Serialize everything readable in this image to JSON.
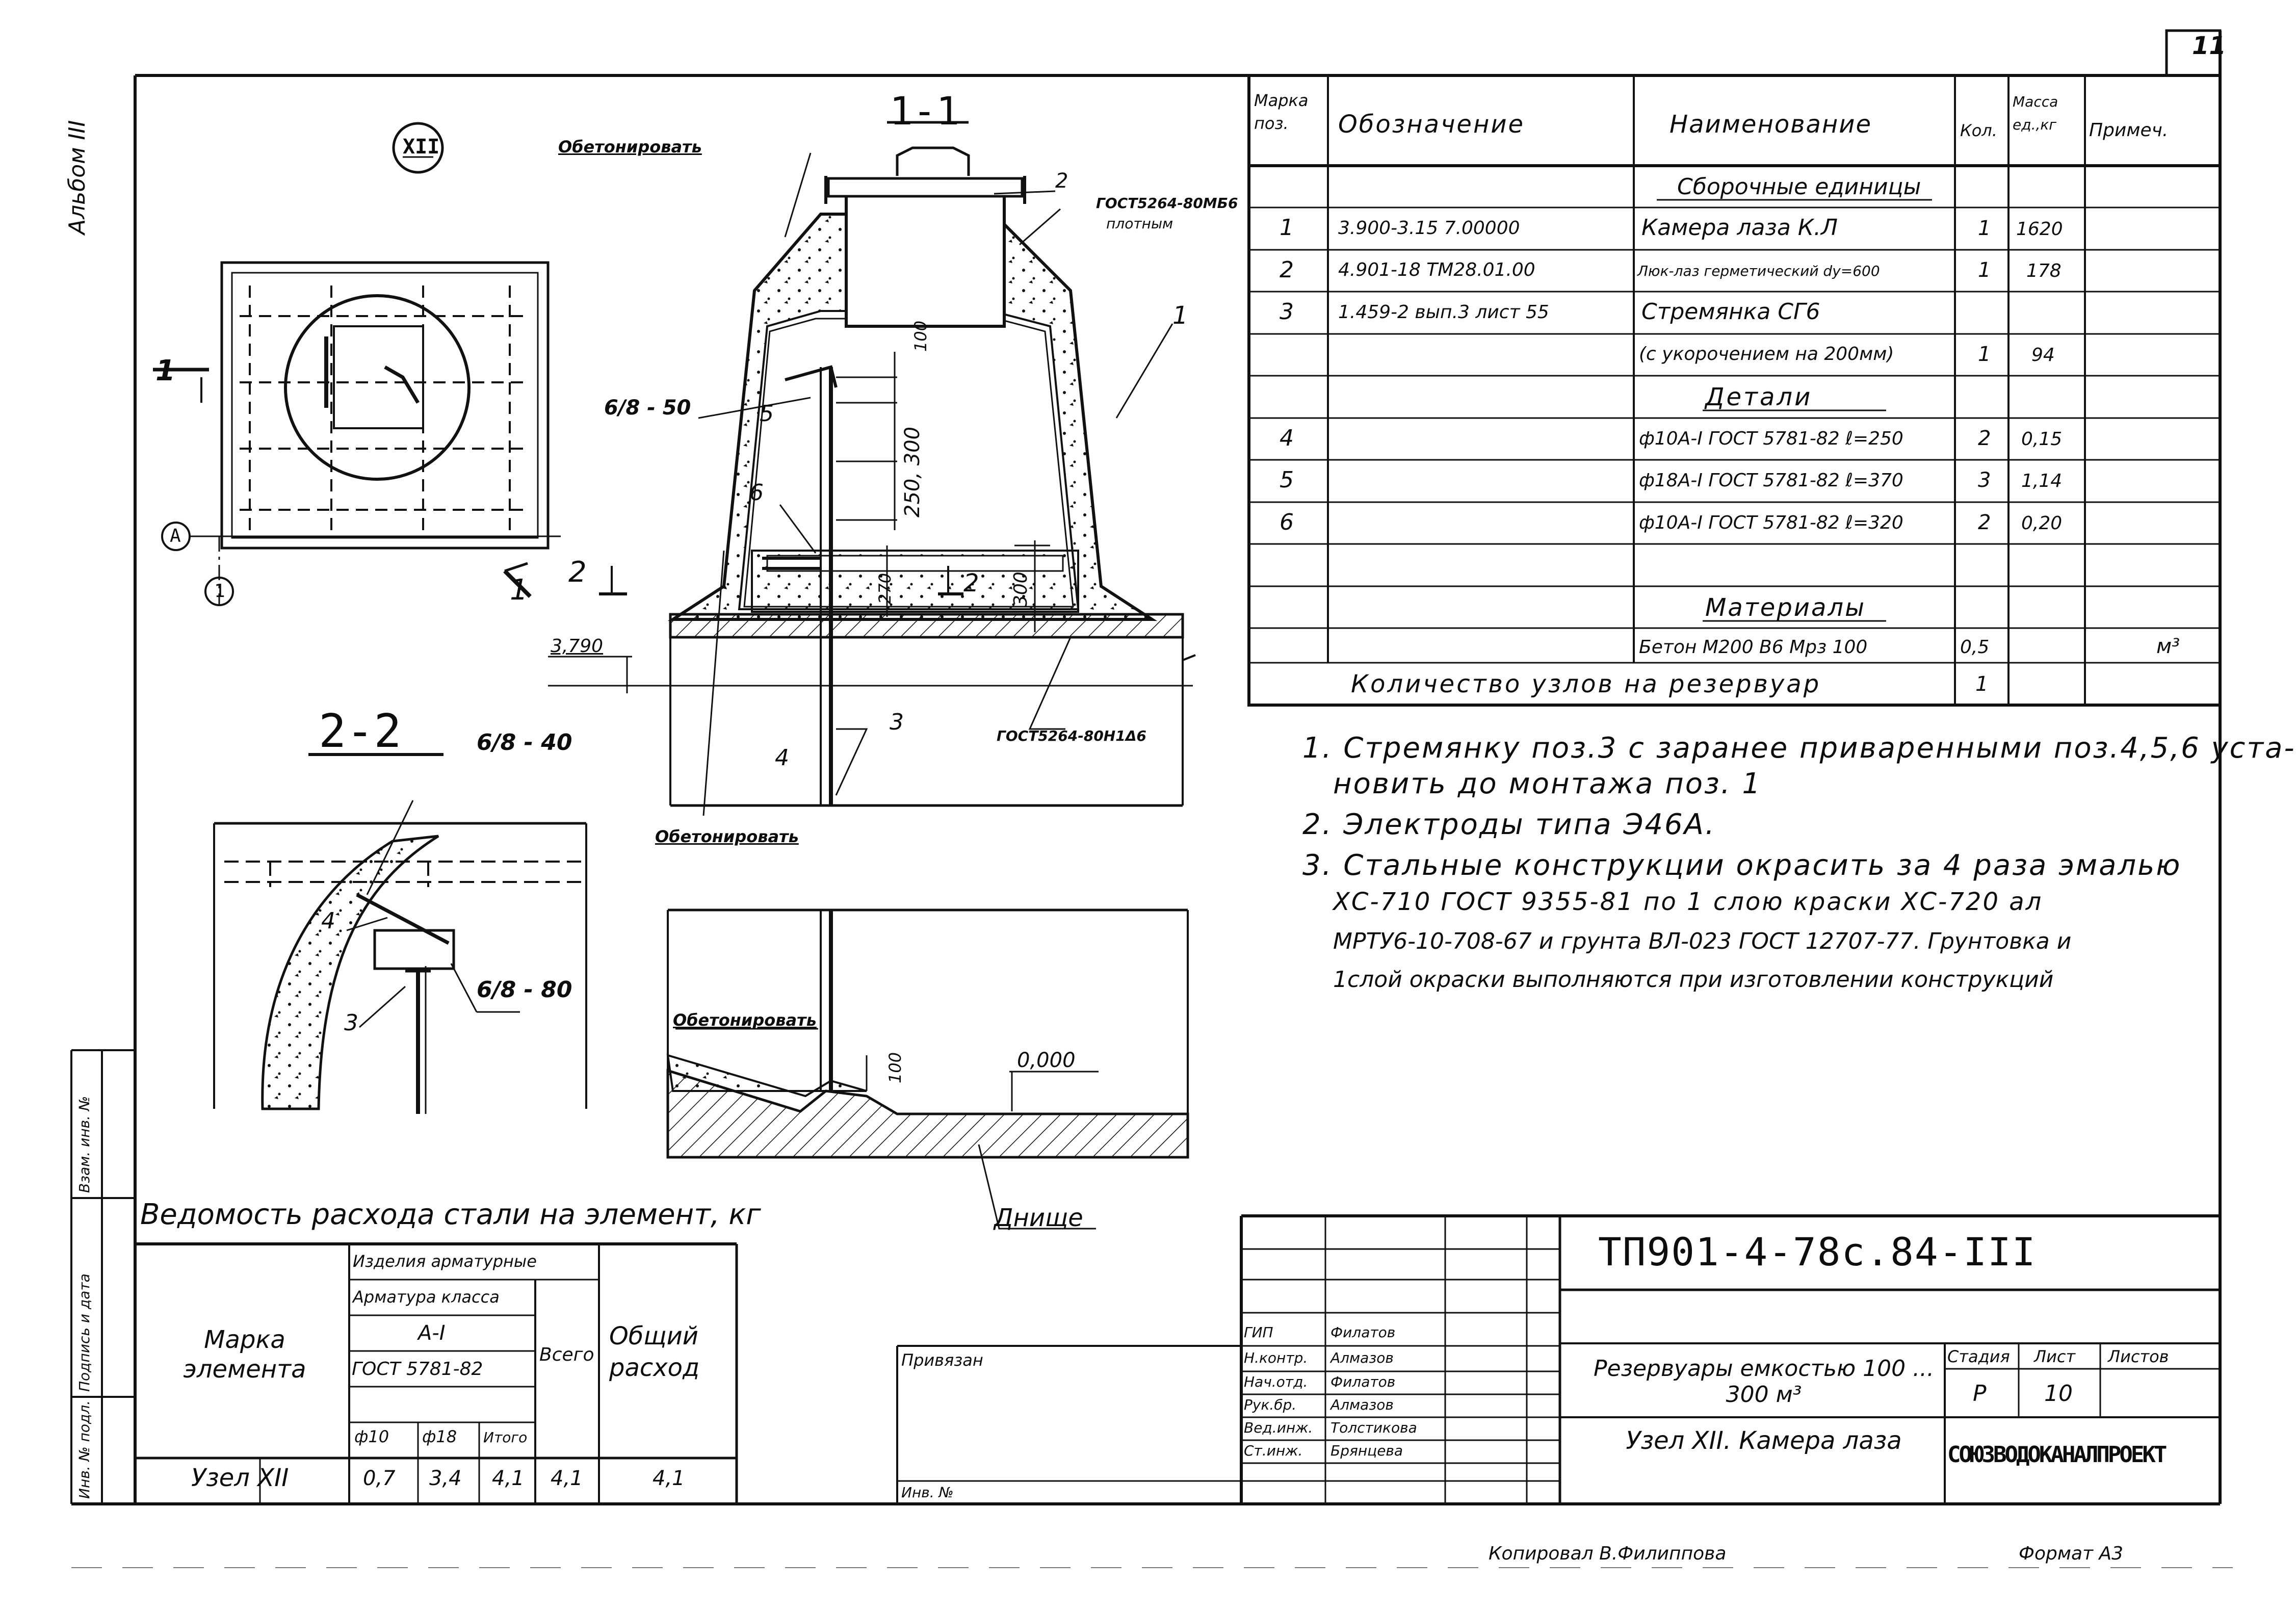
{
  "page_number": "11",
  "album_label": "Альбом III",
  "detail_marker": "XII",
  "section_1": "1-1",
  "section_2": "2-2",
  "view_marks": {
    "left_1": "1",
    "arrow_2": "2",
    "axis_A": "A",
    "axis_1": "1",
    "cut_2": "2"
  },
  "drawing_labels": {
    "obetonirovat": "Обетонировать",
    "gost_plotno": "ГОСТ5264-80МБ6",
    "plotno": "плотным",
    "gost_bottom": "ГОСТ5264-80Н1Δ6",
    "pos_1": "1",
    "pos_2": "2",
    "pos_3": "3",
    "pos_4": "4",
    "pos_5": "5",
    "pos_6": "6",
    "weld_50": "6/8 - 50",
    "weld_40": "6/8 - 40",
    "weld_80": "6/8 - 80",
    "elev_3790": "3,790",
    "elev_0000": "0,000",
    "dim_100": "100",
    "dim_300": "300",
    "dim_250_300": "250, 300",
    "dim_270": "270",
    "dim_300b": "300",
    "dim_100b": "100",
    "dnishche": "Днище",
    "s2_pos4": "4",
    "s2_pos3": "3"
  },
  "spec_table": {
    "headers": [
      "Марка поз.",
      "Обозначение",
      "Наименование",
      "Кол.",
      "Масса ед.,кг",
      "Примеч."
    ],
    "rows": [
      {
        "pos": "",
        "code": "",
        "name": "Сборочные единицы",
        "qty": "",
        "mass": "",
        "note": "",
        "underline": true
      },
      {
        "pos": "1",
        "code": "3.900-3.15 7.00000",
        "name": "Камера лаза К.Л",
        "qty": "1",
        "mass": "1620",
        "note": ""
      },
      {
        "pos": "2",
        "code": "4.901-18 ТМ28.01.00",
        "name": "Люк-лаз герметический dу=600",
        "qty": "1",
        "mass": "178",
        "note": ""
      },
      {
        "pos": "3",
        "code": "1.459-2 вып.3 лист 55",
        "name": "Стремянка СГ6",
        "qty": "",
        "mass": "",
        "note": ""
      },
      {
        "pos": "",
        "code": "",
        "name": "(с укорочением на 200мм)",
        "qty": "1",
        "mass": "94",
        "note": ""
      },
      {
        "pos": "",
        "code": "",
        "name": "Детали",
        "qty": "",
        "mass": "",
        "note": "",
        "underline": true
      },
      {
        "pos": "4",
        "code": "",
        "name": "ф10А-I ГОСТ 5781-82 ℓ=250",
        "qty": "2",
        "mass": "0,15",
        "note": ""
      },
      {
        "pos": "5",
        "code": "",
        "name": "ф18А-I ГОСТ 5781-82 ℓ=370",
        "qty": "3",
        "mass": "1,14",
        "note": ""
      },
      {
        "pos": "6",
        "code": "",
        "name": "ф10А-I ГОСТ 5781-82 ℓ=320",
        "qty": "2",
        "mass": "0,20",
        "note": ""
      },
      {
        "pos": "",
        "code": "",
        "name": "",
        "qty": "",
        "mass": "",
        "note": ""
      },
      {
        "pos": "",
        "code": "",
        "name": "Материалы",
        "qty": "",
        "mass": "",
        "note": "",
        "underline": true
      },
      {
        "pos": "",
        "code": "",
        "name": "Бетон М200 В6 Мрз 100",
        "qty": "0,5",
        "mass": "",
        "note": "м³"
      }
    ],
    "total_label": "Количество узлов на резервуар",
    "total_qty": "1"
  },
  "notes": [
    "1. Стремянку поз.3 с заранее приваренными поз.4,5,6 уста-",
    "новить до монтажа поз. 1",
    "2. Электроды типа Э46А.",
    "3. Стальные конструкции окрасить за 4 раза эмалью",
    "ХС-710 ГОСТ 9355-81 по 1 слою краски ХС-720 ал",
    "МРТУ6-10-708-67 и грунта ВЛ-023 ГОСТ 12707-77. Грунтовка и",
    "1слой окраски выполняются при изготовлении конструкций"
  ],
  "steel_table": {
    "title": "Ведомость расхода стали на элемент, кг",
    "col_mark": "Марка элемента",
    "col_group": "Изделия арматурные",
    "col_class": "Арматура класса",
    "col_a1": "А-I",
    "col_gost": "ГОСТ 5781-82",
    "col_d10": "ф10",
    "col_d18": "ф18",
    "col_itogo": "Итого",
    "col_vsego": "Всего",
    "col_total": "Общий расход",
    "row": {
      "mark": "Узел XII",
      "d10": "0,7",
      "d18": "3,4",
      "itogo": "4,1",
      "vsego": "4,1",
      "total": "4,1"
    }
  },
  "side_stamp": [
    "Инв. № подл.",
    "Подпись и дата",
    "Взам. инв. №"
  ],
  "title_block": {
    "doc_code": "ТП901-4-78с.84-III",
    "privyazan": "Привязан",
    "inv_no": "Инв. №",
    "roles": [
      {
        "role": "ГИП",
        "name": "Филатов"
      },
      {
        "role": "Н.контр.",
        "name": "Алмазов"
      },
      {
        "role": "Нач.отд.",
        "name": "Филатов"
      },
      {
        "role": "Рук.бр.",
        "name": "Алмазов"
      },
      {
        "role": "Вед.инж.",
        "name": "Толстикова"
      },
      {
        "role": "Ст.инж.",
        "name": "Брянцева"
      }
    ],
    "object": "Резервуары емкостью 100 ... 300 м³",
    "sheet_title": "Узел XII. Камера лаза",
    "stage_label": "Стадия",
    "sheet_label": "Лист",
    "sheets_label": "Листов",
    "stage": "Р",
    "sheet": "10",
    "sheets": "",
    "org": "СОЮЗВОДОКАНАЛПРОЕКТ"
  },
  "footer": {
    "copied": "Копировал В.Филиппова",
    "format": "Формат А3"
  }
}
